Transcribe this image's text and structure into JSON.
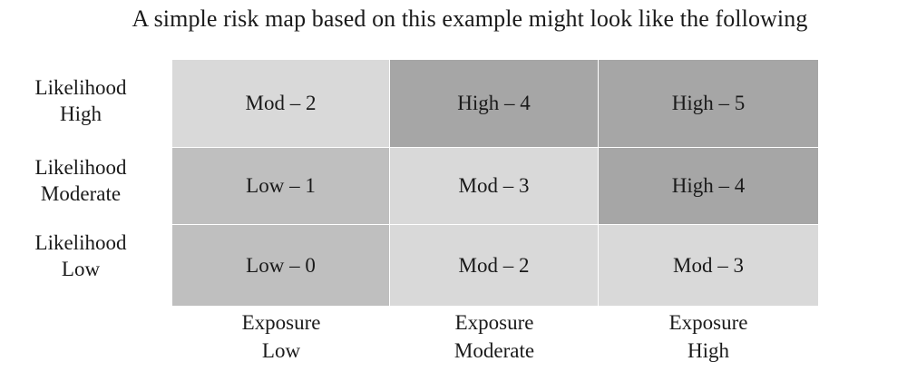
{
  "title": "A simple risk map based on this example might look like the following",
  "legend": {
    "low_color": "#BFBFBF",
    "moderate_color": "#D9D9D9",
    "high_color": "#A6A6A6"
  },
  "row_labels": [
    {
      "line1": "Likelihood",
      "line2": "High"
    },
    {
      "line1": "Likelihood",
      "line2": "Moderate"
    },
    {
      "line1": "Likelihood",
      "line2": "Low"
    }
  ],
  "col_labels": [
    {
      "line1": "Exposure",
      "line2": "Low"
    },
    {
      "line1": "Exposure",
      "line2": "Moderate"
    },
    {
      "line1": "Exposure",
      "line2": "High"
    }
  ],
  "cells": [
    [
      {
        "text": "Mod – 2",
        "level": "Moderate",
        "score": 2,
        "color": "#D9D9D9"
      },
      {
        "text": "High – 4",
        "level": "High",
        "score": 4,
        "color": "#A6A6A6"
      },
      {
        "text": "High – 5",
        "level": "High",
        "score": 5,
        "color": "#A6A6A6"
      }
    ],
    [
      {
        "text": "Low – 1",
        "level": "Low",
        "score": 1,
        "color": "#BFBFBF"
      },
      {
        "text": "Mod – 3",
        "level": "Moderate",
        "score": 3,
        "color": "#D9D9D9"
      },
      {
        "text": "High – 4",
        "level": "High",
        "score": 4,
        "color": "#A6A6A6"
      }
    ],
    [
      {
        "text": "Low – 0",
        "level": "Low",
        "score": 0,
        "color": "#BFBFBF"
      },
      {
        "text": "Mod – 2",
        "level": "Moderate",
        "score": 2,
        "color": "#D9D9D9"
      },
      {
        "text": "Mod – 3",
        "level": "Moderate",
        "score": 3,
        "color": "#D9D9D9"
      }
    ]
  ],
  "chart_data": {
    "type": "heatmap",
    "title": "A simple risk map based on this example might look like the following",
    "xlabel": "",
    "ylabel": "",
    "x": [
      "Exposure Low",
      "Exposure Moderate",
      "Exposure High"
    ],
    "y": [
      "Likelihood High",
      "Likelihood Moderate",
      "Likelihood Low"
    ],
    "values": [
      [
        2,
        4,
        5
      ],
      [
        1,
        3,
        4
      ],
      [
        0,
        2,
        3
      ]
    ],
    "cell_labels": [
      [
        "Mod – 2",
        "High – 4",
        "High – 5"
      ],
      [
        "Low – 1",
        "Mod – 3",
        "High – 4"
      ],
      [
        "Low – 0",
        "Mod – 2",
        "Mod – 3"
      ]
    ],
    "categories_colors": {
      "Low": "#BFBFBF",
      "Moderate": "#D9D9D9",
      "High": "#A6A6A6"
    },
    "grid": false,
    "legend": "none"
  }
}
